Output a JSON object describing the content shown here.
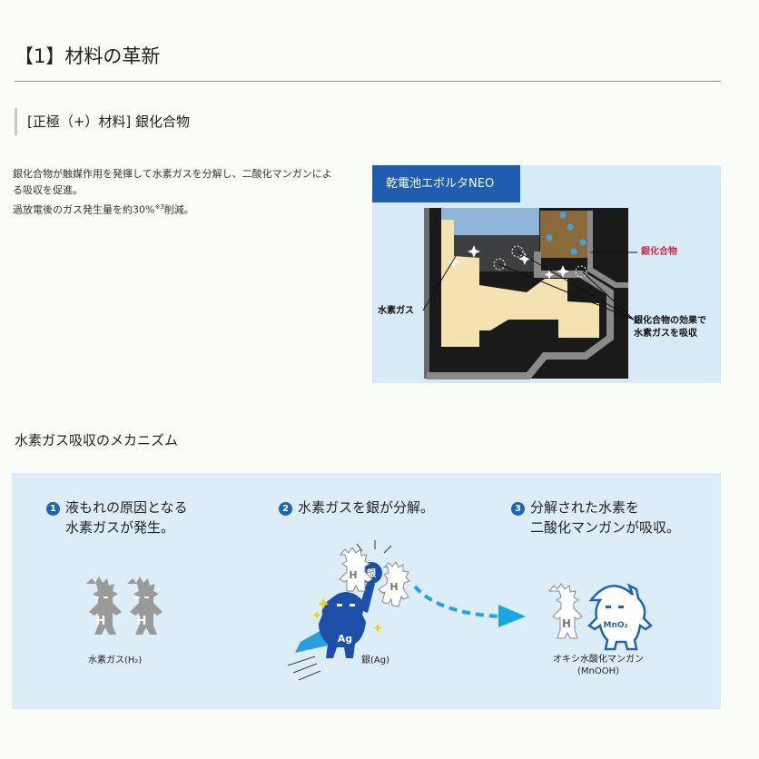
{
  "section": {
    "title": "【1】材料の革新"
  },
  "subheading": "[正極（+）材料] 銀化合物",
  "description": {
    "line1": "銀化合物が触媒作用を発揮して水素ガスを分解し、二酸化マンガンによ",
    "line2": "る吸収を促進。",
    "line3_pre": "過放電後のガス発生量を約30%",
    "line3_note": "※3",
    "line3_post": "削減。"
  },
  "figure": {
    "tag": "乾電池エボルタNEO",
    "label_silver": "銀化合物",
    "label_hydrogen": "水素ガス",
    "label_effect_1": "銀化合物の効果で",
    "label_effect_2": "水素ガスを吸収"
  },
  "mechanism": {
    "title": "水素ガス吸収のメカニズム",
    "steps": [
      {
        "num": "1",
        "line1": "液もれの原因となる",
        "line2": "水素ガスが発生。"
      },
      {
        "num": "2",
        "line1": "水素ガスを銀が分解。",
        "line2": ""
      },
      {
        "num": "3",
        "line1": "分解された水素を",
        "line2": "二酸化マンガンが吸収。"
      }
    ],
    "captions": {
      "hydrogen": "水素ガス(H₂)",
      "silver": "銀(Ag)",
      "product_1": "オキシ水酸化マンガン",
      "product_2": "(MnOOH)"
    },
    "char_letters": {
      "h": "H",
      "ag": "Ag",
      "silver_kanji": "銀",
      "mno2": "MnO₂"
    }
  },
  "colors": {
    "brand_blue": "#1f5db0",
    "accent_red": "#d22a47",
    "panel_bg": "#dcedf8",
    "arrow_blue": "#1aa5e4"
  }
}
